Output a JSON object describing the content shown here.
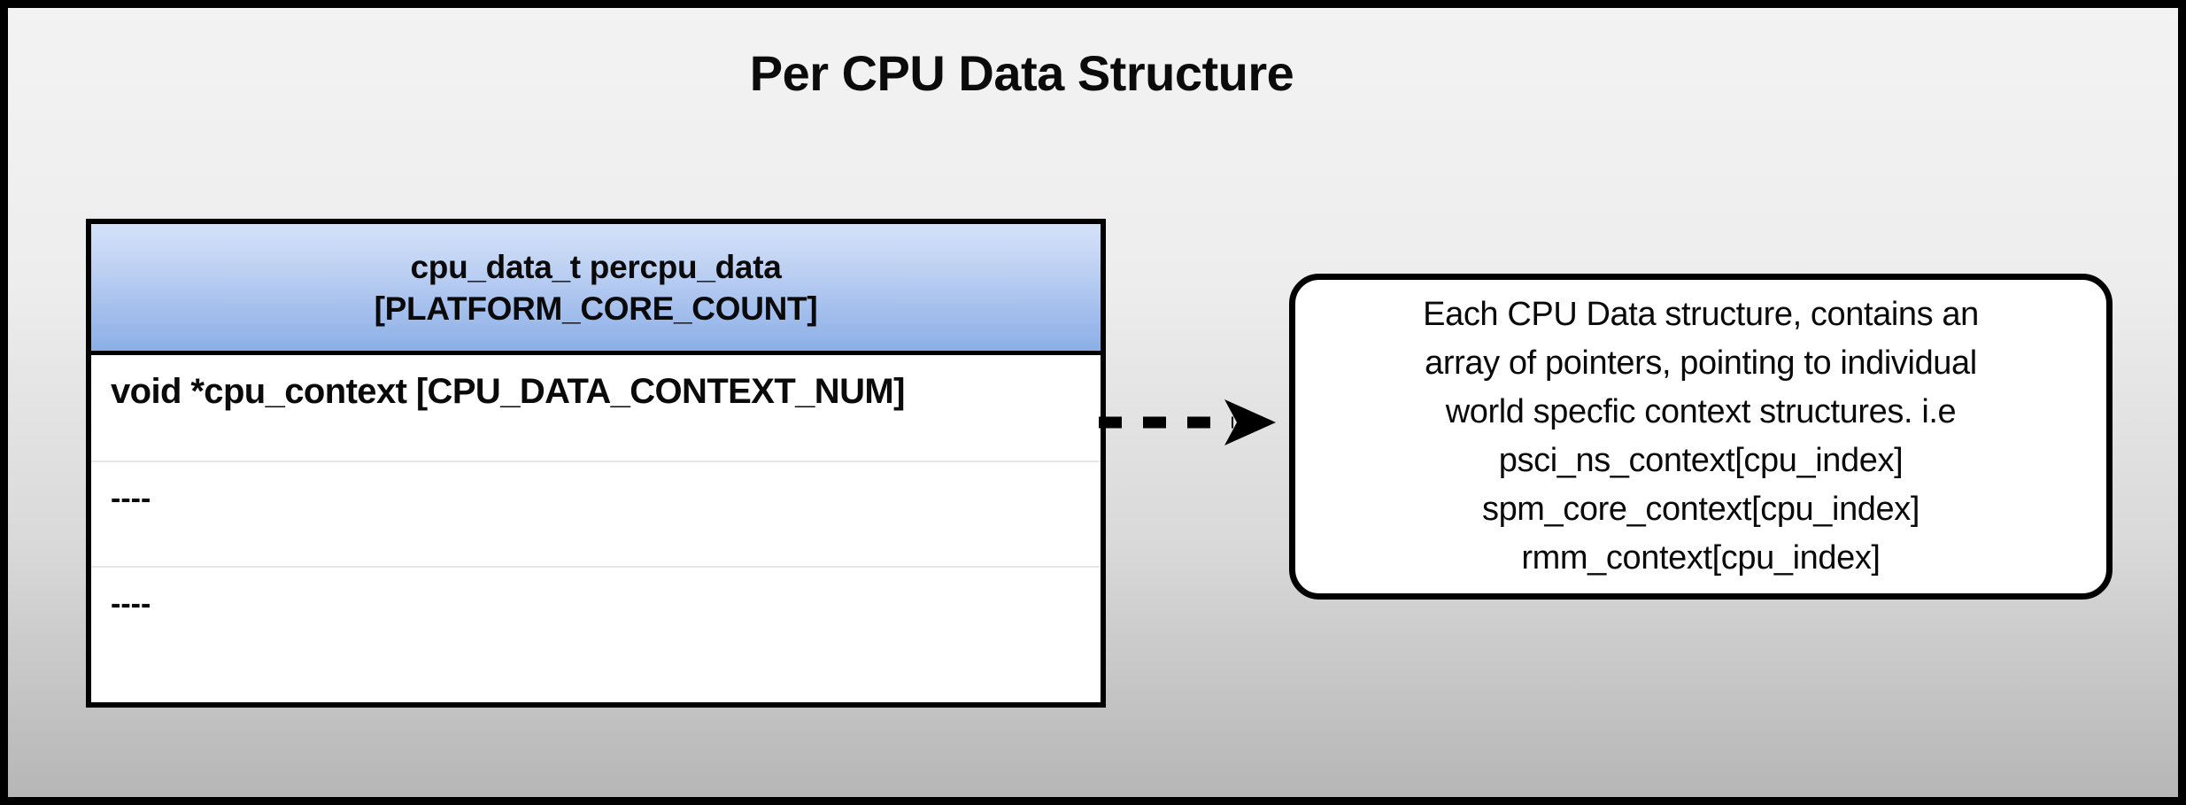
{
  "page": {
    "title": "Per CPU Data Structure",
    "background_top_color": "#f3f3f3",
    "background_bottom_color": "#b6b6b6",
    "border_color": "#000000"
  },
  "struct_table": {
    "header": {
      "line1": "cpu_data_t percpu_data",
      "line2": "[PLATFORM_CORE_COUNT]",
      "gradient_top_color": "#d3e0f8",
      "gradient_bottom_color": "#8bb0e6"
    },
    "rows": [
      {
        "text": "void *cpu_context [CPU_DATA_CONTEXT_NUM]",
        "kind": "field"
      },
      {
        "text": "----",
        "kind": "dashes"
      },
      {
        "text": "----",
        "kind": "dashes"
      }
    ]
  },
  "connector": {
    "style": "dashed-arrow",
    "direction": "right",
    "color": "#000000"
  },
  "callout": {
    "text": "Each CPU Data structure, contains an array of pointers, pointing to individual world specfic context structures. i.e psci_ns_context[cpu_index] spm_core_context[cpu_index] rmm_context[cpu_index]",
    "lines": [
      "Each CPU Data structure, contains an",
      "array of pointers, pointing to individual",
      "world specfic context structures. i.e",
      "psci_ns_context[cpu_index]",
      "spm_core_context[cpu_index]",
      "rmm_context[cpu_index]"
    ],
    "border_color": "#000000",
    "background_color": "#ffffff"
  }
}
